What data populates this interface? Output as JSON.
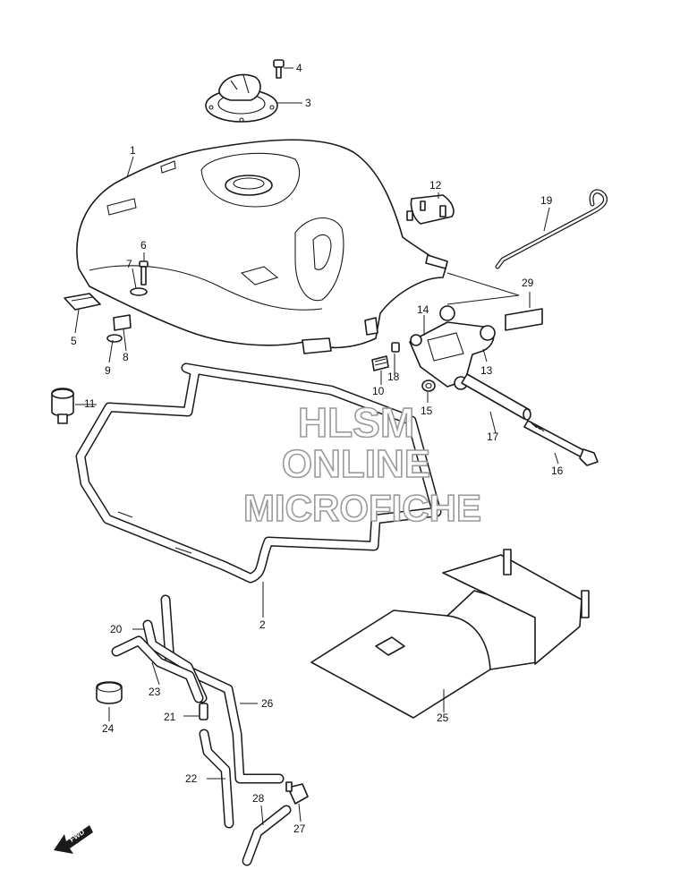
{
  "callouts": {
    "c1": "1",
    "c2": "2",
    "c3": "3",
    "c4": "4",
    "c5": "5",
    "c6": "6",
    "c7": "7",
    "c8": "8",
    "c9": "9",
    "c10": "10",
    "c11": "11",
    "c12": "12",
    "c13": "13",
    "c14": "14",
    "c15": "15",
    "c16": "16",
    "c17": "17",
    "c18": "18",
    "c19": "19",
    "c20": "20",
    "c21": "21",
    "c22": "22",
    "c23": "23",
    "c24": "24",
    "c25": "25",
    "c26": "26",
    "c27": "27",
    "c28": "28",
    "c29": "29"
  },
  "watermark": {
    "line1": "HLSM",
    "line2": "ONLINE",
    "line3": "MICROFICHE"
  },
  "fwd_label": "FWD",
  "colors": {
    "line": "#1a1a1a",
    "watermark_stroke": "#9a9a9a"
  }
}
